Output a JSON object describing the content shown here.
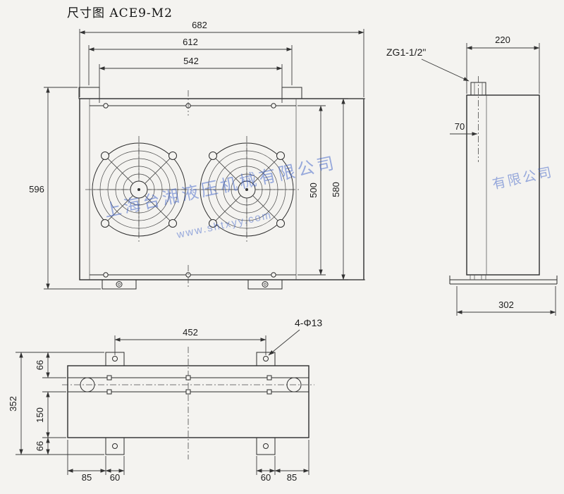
{
  "title": "尺寸图 ACE9-M2",
  "watermark": {
    "company": "上海台湘液压机械有限公司",
    "url": "www.shtxyy.com",
    "company_short": "有限公司",
    "color": "#3a5fc8"
  },
  "front_view": {
    "dim_width_overall": "682",
    "dim_width_mounting": "612",
    "dim_width_core": "542",
    "dim_height_overall_left": "596",
    "dim_height_core": "500",
    "dim_height_right": "580"
  },
  "side_view": {
    "port_thread": "ZG1-1/2\"",
    "dim_depth": "220",
    "dim_port_offset": "70",
    "dim_base": "302"
  },
  "bottom_view": {
    "hole_note": "4-Φ13",
    "dim_hole_span": "452",
    "dim_top": "66",
    "dim_mid": "150",
    "dim_bottom": "66",
    "dim_height_overall": "352",
    "dim_left_a": "85",
    "dim_left_b": "60",
    "dim_right_b": "60",
    "dim_right_a": "85"
  }
}
